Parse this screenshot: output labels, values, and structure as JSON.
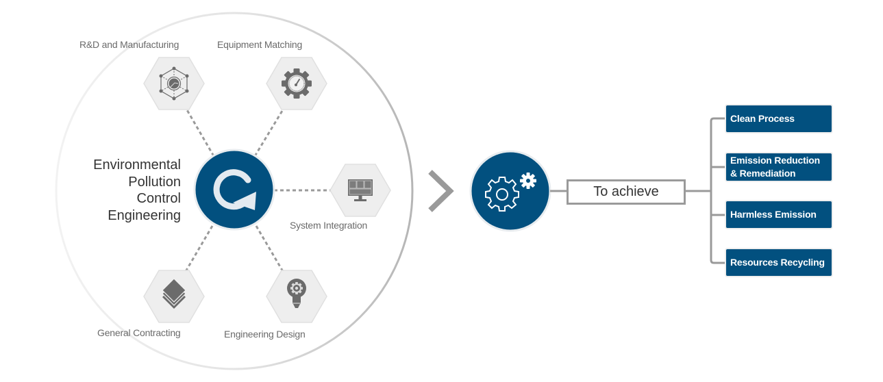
{
  "title": {
    "lines": [
      "Environmental",
      "Pollution",
      "Control",
      "Engineering"
    ]
  },
  "capabilities": [
    {
      "label": "R&D and Manufacturing",
      "icon": "network-dial-icon"
    },
    {
      "label": "Equipment Matching",
      "icon": "gear-gauge-icon"
    },
    {
      "label": "System Integration",
      "icon": "monitor-icon"
    },
    {
      "label": "Engineering Design",
      "icon": "lightbulb-gear-icon"
    },
    {
      "label": "General Contracting",
      "icon": "layers-icon"
    }
  ],
  "center_icon": "cycle-arrow-icon",
  "arrow_icon": "chevron-right-icon",
  "process_icon": "gears-icon",
  "achieve_label": "To achieve",
  "outcomes": [
    {
      "label": "Clean Process"
    },
    {
      "label": "Emission Reduction & Remediation"
    },
    {
      "label": "Harmless Emission"
    },
    {
      "label": "Resources Recycling"
    }
  ],
  "colors": {
    "primary_blue": "#02507f",
    "hex_fill": "#eeeeee",
    "icon_gray": "#6b6b6b",
    "connector_gray": "#9a9a9a"
  }
}
